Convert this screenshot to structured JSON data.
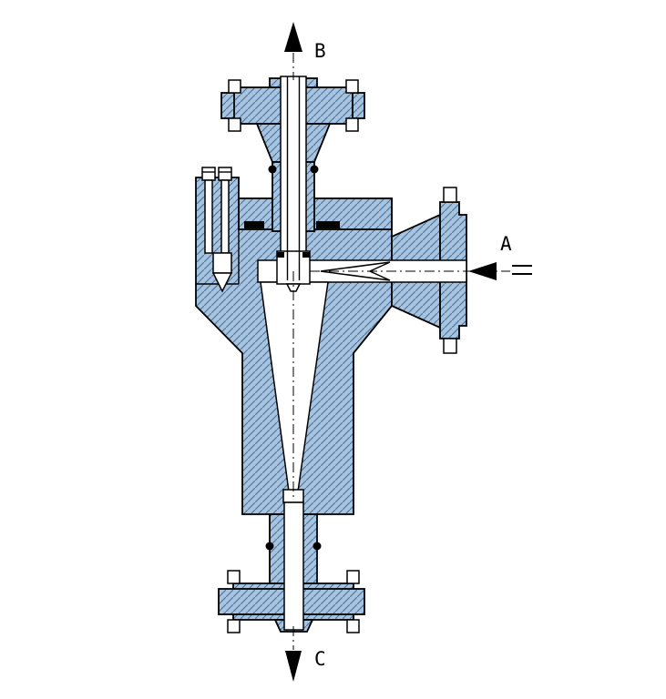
{
  "diagram": {
    "type": "hydrocyclone-cross-section",
    "flow_labels": {
      "overflow_top": "B",
      "inlet_side": "A",
      "underflow_bottom": "C"
    },
    "colors": {
      "background": "#ffffff",
      "section_fill": "#a6c3e1",
      "hatch_line": "#4e7191",
      "outline": "#000000"
    }
  }
}
